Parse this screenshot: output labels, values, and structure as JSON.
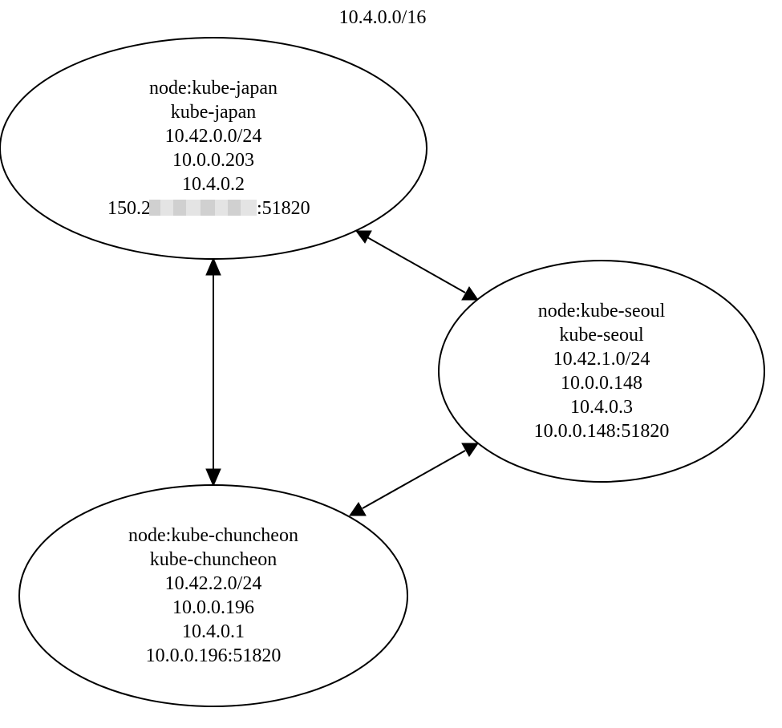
{
  "graph": {
    "title": "10.4.0.0/16"
  },
  "nodes": {
    "japan": {
      "lines": [
        "node:kube-japan",
        "kube-japan",
        "10.42.0.0/24",
        "10.0.0.203",
        "10.4.0.2"
      ],
      "endpoint_prefix": "150.2",
      "endpoint_suffix": ":51820"
    },
    "seoul": {
      "lines": [
        "node:kube-seoul",
        "kube-seoul",
        "10.42.1.0/24",
        "10.0.0.148",
        "10.4.0.3",
        "10.0.0.148:51820"
      ]
    },
    "chuncheon": {
      "lines": [
        "node:kube-chuncheon",
        "kube-chuncheon",
        "10.42.2.0/24",
        "10.0.0.196",
        "10.4.0.1",
        "10.0.0.196:51820"
      ]
    }
  },
  "edges": [
    {
      "from": "japan",
      "to": "seoul",
      "direction": "both"
    },
    {
      "from": "japan",
      "to": "chuncheon",
      "direction": "both"
    },
    {
      "from": "seoul",
      "to": "chuncheon",
      "direction": "both"
    }
  ],
  "colors": {
    "stroke": "#000000",
    "background": "#ffffff",
    "redaction": "#d0d0d0"
  }
}
